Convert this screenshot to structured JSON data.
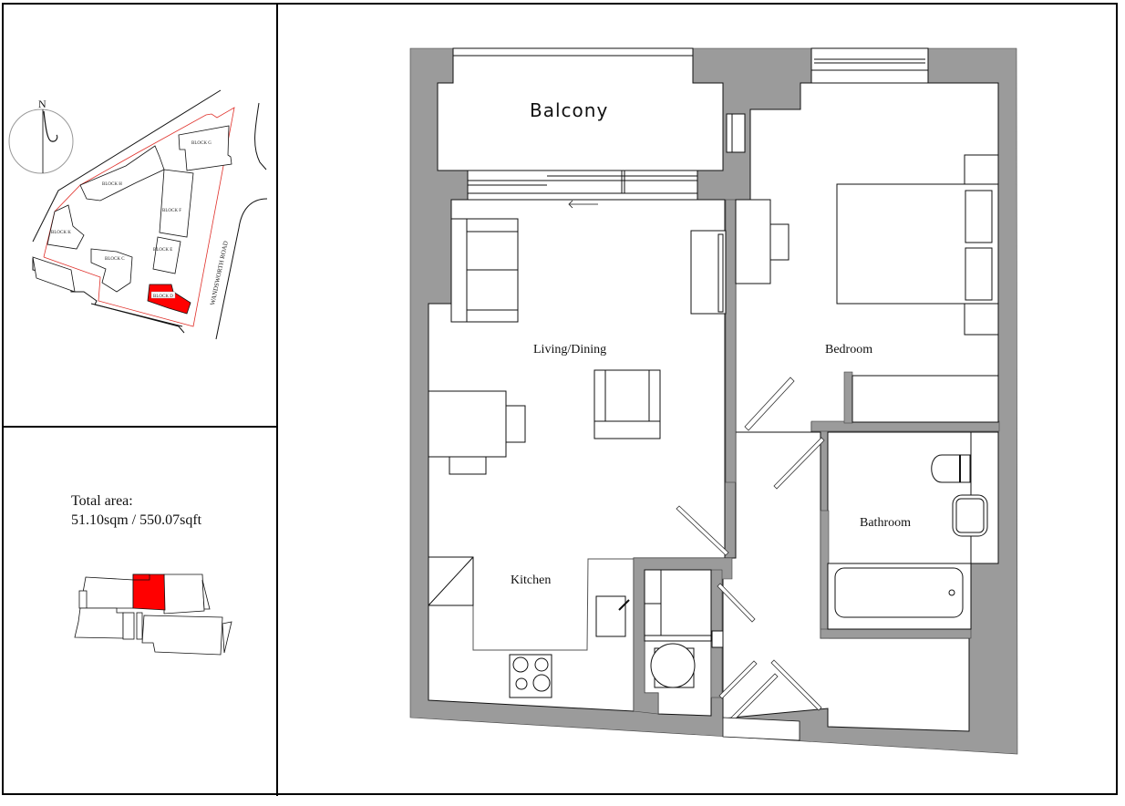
{
  "site_plan": {
    "compass_label": "N",
    "blocks": [
      {
        "id": "G",
        "label": "BLOCK G"
      },
      {
        "id": "H",
        "label": "BLOCK H"
      },
      {
        "id": "K",
        "label": "BLOCK K"
      },
      {
        "id": "F",
        "label": "BLOCK F"
      },
      {
        "id": "E",
        "label": "BLOCK E"
      },
      {
        "id": "C",
        "label": "BLOCK C"
      },
      {
        "id": "D",
        "label": "BLOCK D",
        "highlighted": true
      }
    ],
    "road_label": "WANDSWORTH ROAD",
    "boundary_color": "#e0302a",
    "highlight_color": "#ff0000"
  },
  "area": {
    "title": "Total area:",
    "value": "51.10sqm / 550.07sqft",
    "key_plan_highlight_color": "#ff0000"
  },
  "floor_plan": {
    "wall_color": "#9b9b9b",
    "rooms": {
      "balcony": "Balcony",
      "living": "Living/Dining",
      "bedroom": "Bedroom",
      "bathroom": "Bathroom",
      "kitchen": "Kitchen"
    },
    "symbols": {
      "sliding_door_arrow": "arrow-left-icon",
      "hob": "hob-icon",
      "sink": "sink-icon",
      "bath": "bath-icon",
      "toilet": "toilet-icon",
      "basin": "basin-icon",
      "washing_machine": "washing-machine-icon",
      "bed": "bed-icon",
      "sofa": "sofa-icon",
      "armchair": "armchair-icon",
      "dining_table": "dining-table-icon",
      "desk": "desk-icon",
      "tv_unit": "tv-unit-icon"
    }
  }
}
